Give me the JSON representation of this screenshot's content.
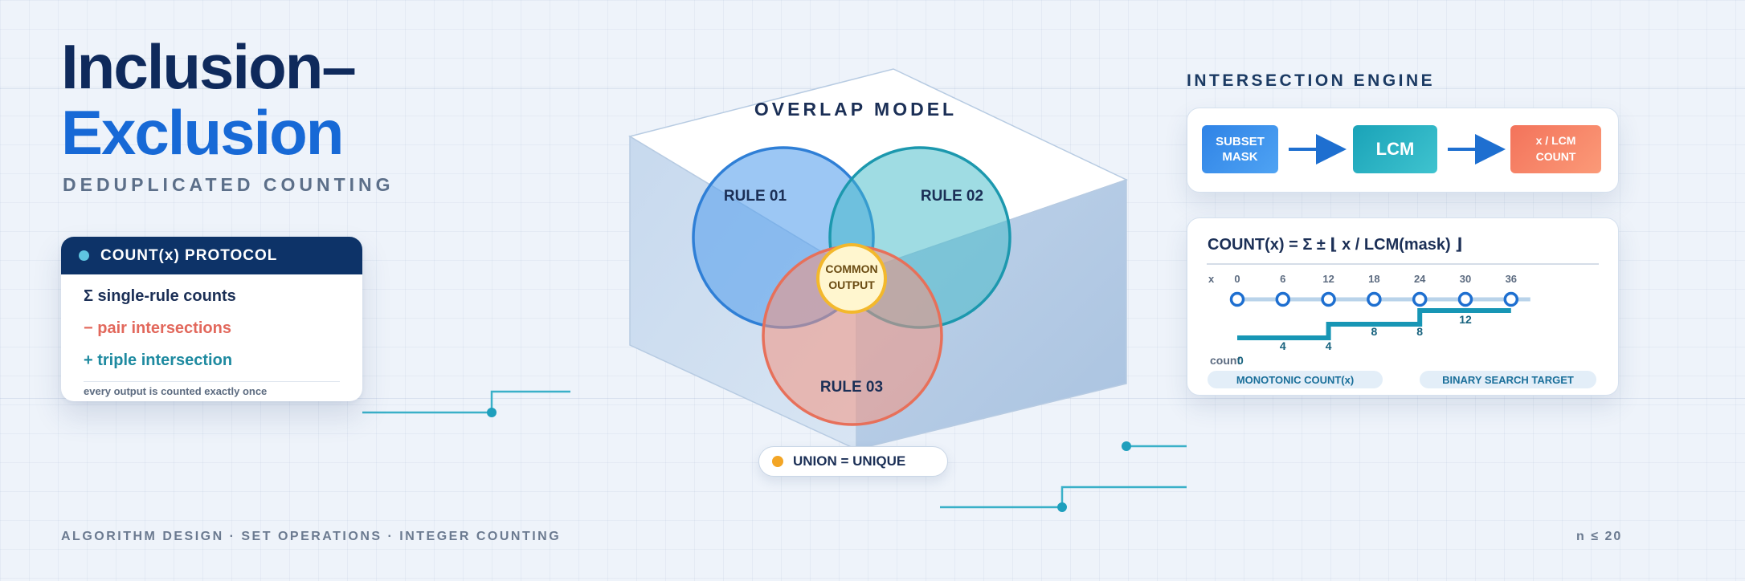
{
  "header": {
    "title_line1": "Inclusion–",
    "title_line2": "Exclusion",
    "subtitle": "DEDUPLICATED COUNTING"
  },
  "protocol": {
    "title": "COUNT(x) PROTOCOL",
    "rows": [
      "Σ single-rule counts",
      "− pair intersections",
      "+ triple intersection"
    ],
    "note": "every output is counted exactly once"
  },
  "overlap": {
    "title": "OVERLAP MODEL",
    "sets": [
      "RULE 01",
      "RULE 02",
      "RULE 03"
    ],
    "center_line1": "COMMON",
    "center_line2": "OUTPUT",
    "union_label": "UNION = UNIQUE"
  },
  "engine": {
    "heading": "INTERSECTION ENGINE",
    "steps": [
      "SUBSET\nMASK",
      "LCM",
      "x / LCM\nCOUNT"
    ],
    "formula": "COUNT(x) = Σ ± ⌊  x / LCM(mask) ⌋",
    "x_label": "x",
    "count_label": "count",
    "badges": [
      "MONOTONIC COUNT(x)",
      "BINARY SEARCH TARGET"
    ]
  },
  "chart_data": {
    "type": "line",
    "x": [
      0,
      6,
      12,
      18,
      24,
      30,
      36
    ],
    "count_labels": [
      {
        "x": 0,
        "label": "0"
      },
      {
        "x": 6,
        "label": "4"
      },
      {
        "x": 12,
        "label": "4"
      },
      {
        "x": 18,
        "label": "8"
      },
      {
        "x": 24,
        "label": "8"
      },
      {
        "x": 30,
        "label": "12"
      }
    ],
    "step_levels": [
      {
        "from": 0,
        "to": 12,
        "level": 0
      },
      {
        "from": 12,
        "to": 24,
        "level": 1
      },
      {
        "from": 24,
        "to": 36,
        "level": 2
      }
    ],
    "xlabel": "x",
    "ylabel": "count"
  },
  "footer": {
    "left": "ALGORITHM DESIGN · SET OPERATIONS · INTEGER COUNTING",
    "right": "n ≤ 20"
  },
  "colors": {
    "navy": "#0d3368",
    "accent_blue": "#1769d6",
    "teal": "#1e8aa0",
    "coral": "#e2685c",
    "amber": "#f3a525"
  }
}
